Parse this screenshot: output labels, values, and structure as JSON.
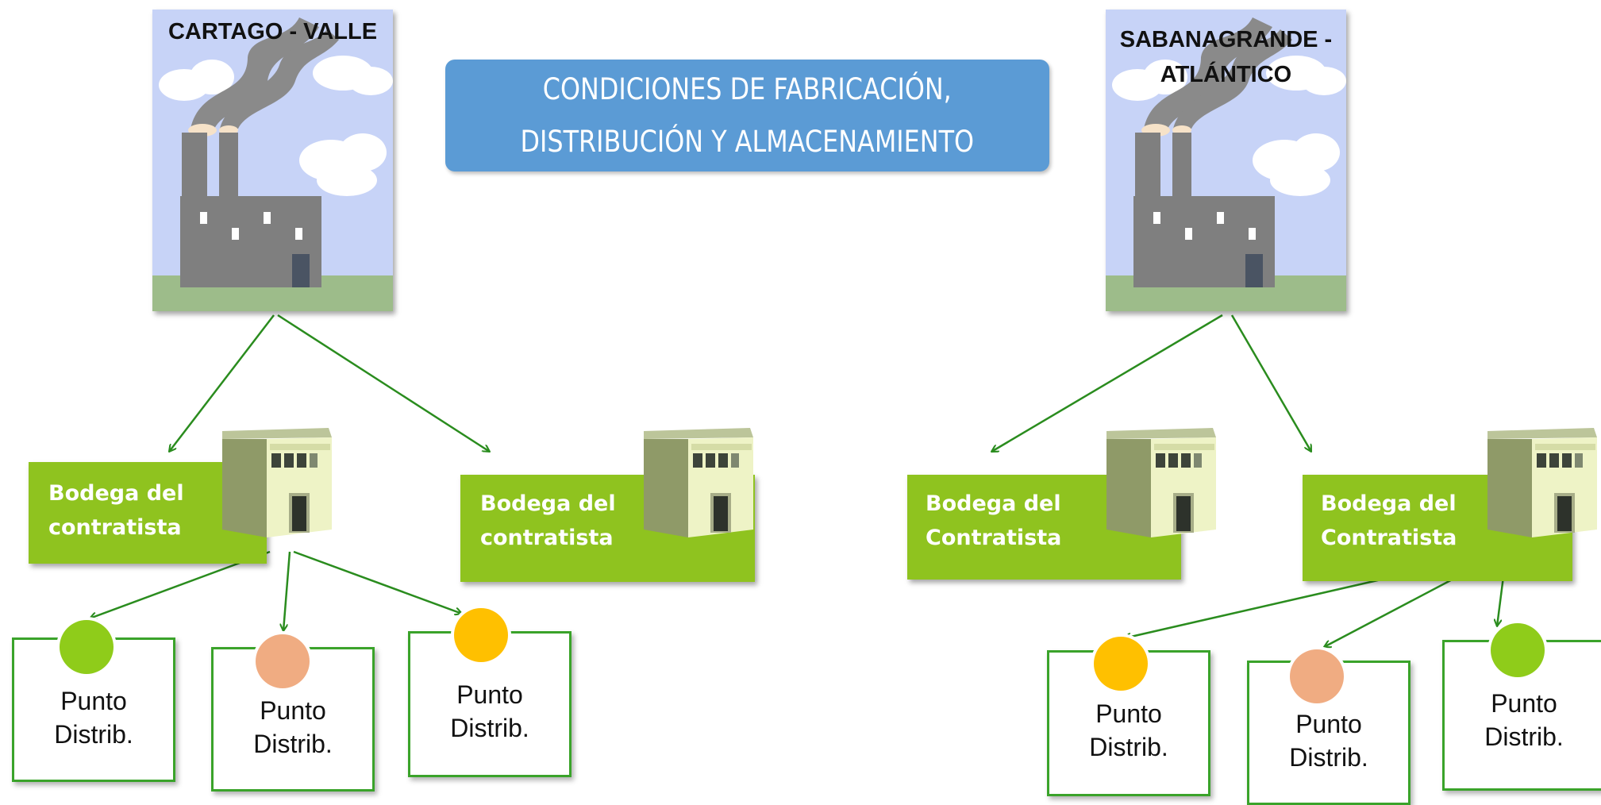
{
  "title": "CONDICIONES DE FABRICACIÓN,\nDISTRIBUCIÓN Y ALMACENAMIENTO",
  "factories": [
    {
      "label": "CARTAGO - VALLE"
    },
    {
      "label": "SABANAGRANDE -\nATLÁNTICO"
    }
  ],
  "bodegas": [
    {
      "label": "Bodega del\ncontratista"
    },
    {
      "label": "Bodega del\ncontratista"
    },
    {
      "label": "Bodega del\nContratista"
    },
    {
      "label": "Bodega del\nContratista"
    }
  ],
  "puntos": [
    {
      "label": "Punto\nDistrib.",
      "dot_color": "#8fcc1a"
    },
    {
      "label": "Punto\nDistrib.",
      "dot_color": "#f0ac82"
    },
    {
      "label": "Punto\nDistrib.",
      "dot_color": "#ffc000"
    },
    {
      "label": "Punto\nDistrib.",
      "dot_color": "#ffc000"
    },
    {
      "label": "Punto\nDistrib.",
      "dot_color": "#f0ac82"
    },
    {
      "label": "Punto\nDistrib.",
      "dot_color": "#8fcc1a"
    }
  ],
  "colors": {
    "arrow": "#2a8c1e",
    "bodega": "#8fc31f",
    "title_bg": "#5b9bd5"
  }
}
